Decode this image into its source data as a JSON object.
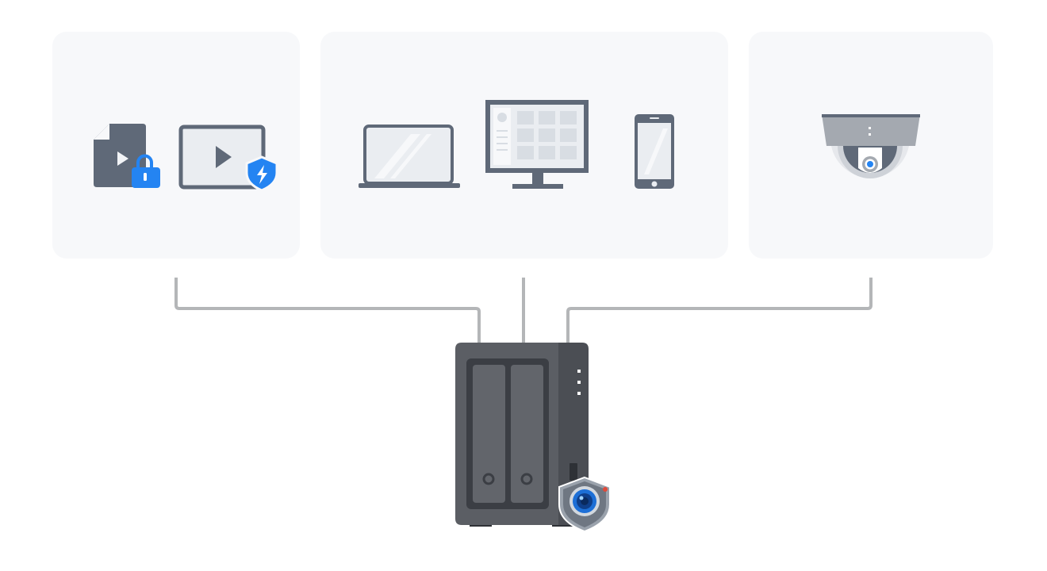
{
  "colors": {
    "panel_bg": "#f7f8fa",
    "device_slate": "#5f6978",
    "device_screen": "#eaedf1",
    "accent_blue": "#2484f2",
    "connector_gray": "#b4b6b8",
    "nas_body": "#5b5e64",
    "nas_side": "#4b4e54",
    "nas_bay": "#3b3e44",
    "camera_gray": "#a4a9b0"
  },
  "panels": [
    {
      "id": "media",
      "icons": [
        "encrypted-video-file-icon",
        "secure-video-player-icon"
      ]
    },
    {
      "id": "devices",
      "icons": [
        "laptop-icon",
        "desktop-monitor-icon",
        "smartphone-icon"
      ]
    },
    {
      "id": "camera",
      "icons": [
        "dome-camera-icon"
      ]
    }
  ],
  "hub": {
    "icons": [
      "nas-server-icon",
      "surveillance-station-badge-icon"
    ],
    "drive_bays": 2,
    "status_leds": 3
  }
}
